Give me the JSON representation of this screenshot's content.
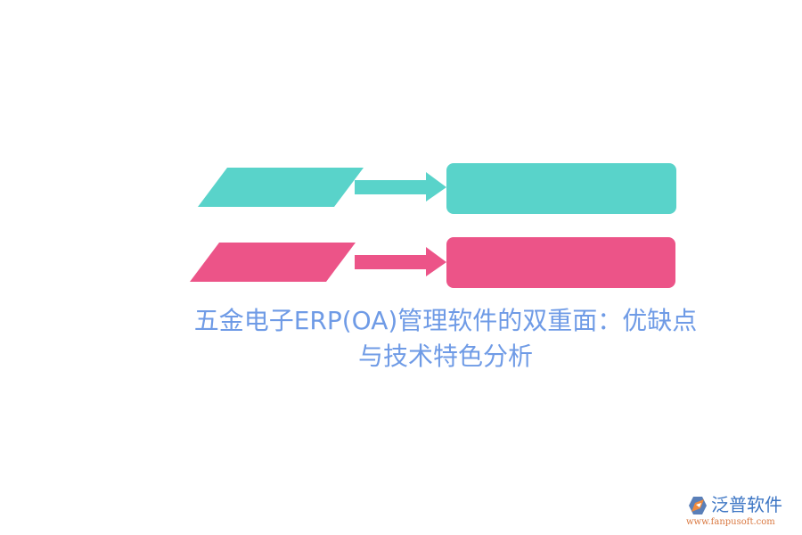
{
  "diagram": {
    "rows": [
      {
        "color": "#59d3ca",
        "input_label": "",
        "output_label": ""
      },
      {
        "color": "#ec5488",
        "input_label": "",
        "output_label": ""
      }
    ]
  },
  "title": {
    "line1": "五金电子ERP(OA)管理软件的双重面：优缺点",
    "line2": "与技术特色分析",
    "color": "#6f9be6"
  },
  "logo": {
    "name": "泛普软件",
    "url": "www.fanpusoft.com",
    "icon": "fanpu-logo-icon"
  }
}
